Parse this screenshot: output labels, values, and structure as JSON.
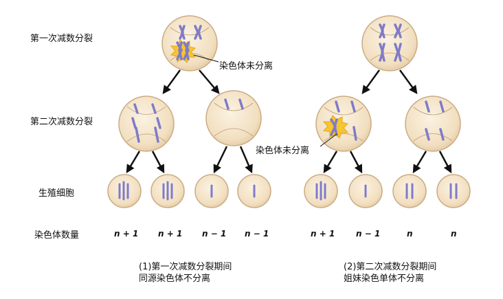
{
  "labels": {
    "meiosis1": "第一次减数分裂",
    "meiosis2": "第二次减数分裂",
    "gametes": "生殖细胞",
    "chromosome_count": "染色体数量"
  },
  "callouts": {
    "left": "染色体未分离",
    "right": "染色体未分离"
  },
  "counts": {
    "left": [
      "n + 1",
      "n + 1",
      "n − 1",
      "n − 1"
    ],
    "right": [
      "n + 1",
      "n − 1",
      "n",
      "n"
    ]
  },
  "captions": {
    "left_line1": "(1)第一次减数分裂期间",
    "left_line2": "同源染色体不分离",
    "right_line1": "(2)第二次减数分裂期间",
    "right_line2": "姐妹染色单体不分离"
  },
  "colors": {
    "cell_fill": "#f5e4c8",
    "cell_stroke": "#c9ab84",
    "chromosome": "#8a86d2",
    "nondisjunction_burst": "#f7c531"
  }
}
